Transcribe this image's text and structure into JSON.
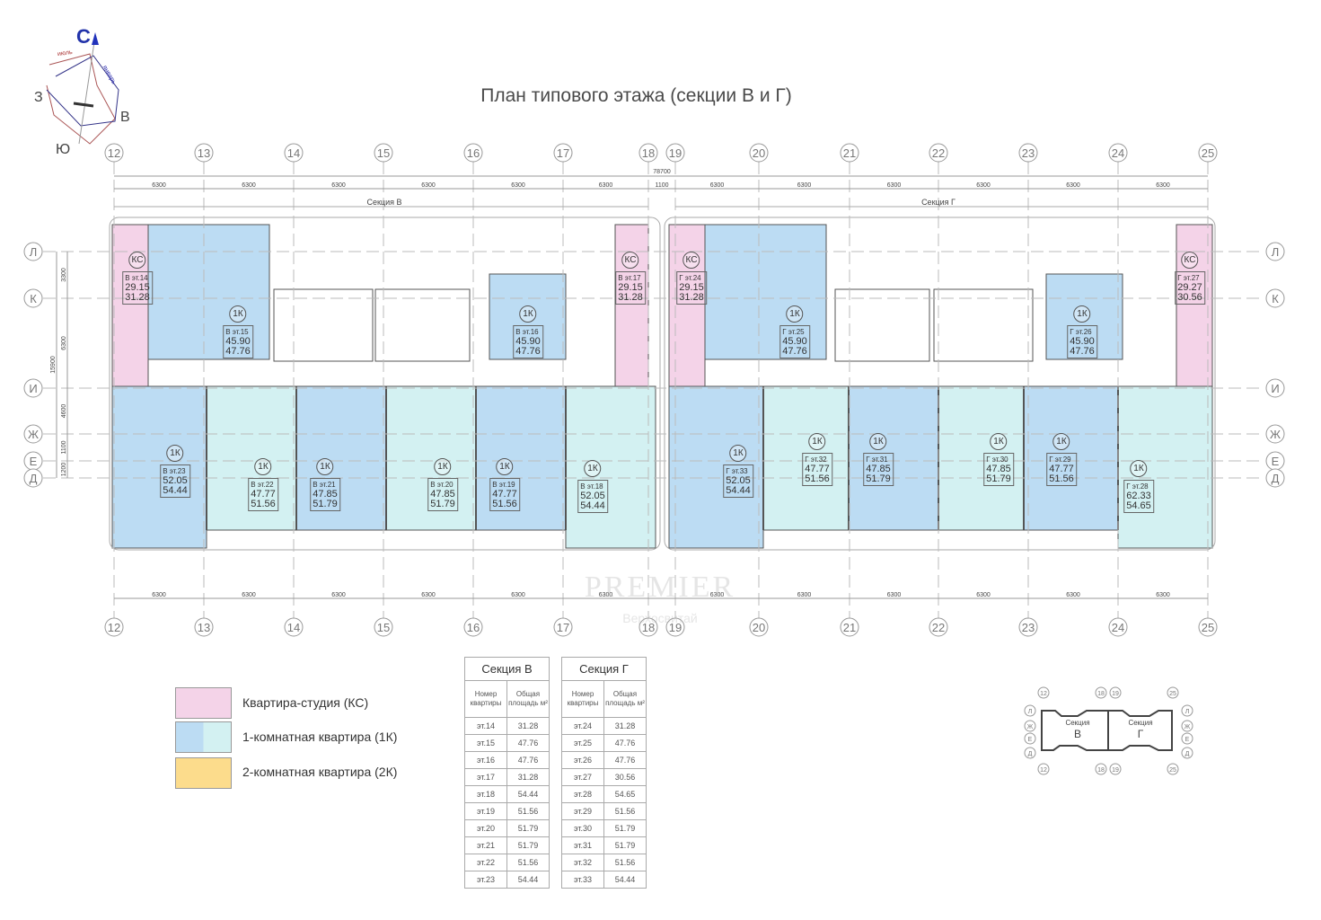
{
  "title": "План типового этажа (секции В и Г)",
  "compass": {
    "north": "С",
    "south": "Ю",
    "west": "З",
    "east": "В",
    "month1": "июль",
    "month2": "январь"
  },
  "watermark": {
    "name": "PREMIER",
    "sub": "Верхосвитай"
  },
  "axes_x": [
    "12",
    "13",
    "14",
    "15",
    "16",
    "17",
    "18",
    "19",
    "20",
    "21",
    "22",
    "23",
    "24",
    "25"
  ],
  "axes_y": [
    "Л",
    "К",
    "И",
    "Ж",
    "Е",
    "Д"
  ],
  "dims_top": {
    "total": "78700",
    "spans": [
      "6300",
      "6300",
      "6300",
      "6300",
      "6300",
      "6300",
      "1100",
      "6300",
      "6300",
      "6300",
      "6300",
      "6300",
      "6300"
    ]
  },
  "dims_bottom": {
    "spans": [
      "6300",
      "6300",
      "6300",
      "6300",
      "6300",
      "6300",
      "6300",
      "6300",
      "6300",
      "6300",
      "6300",
      "6300"
    ]
  },
  "dims_left": {
    "total": "15900",
    "spans": [
      "3300",
      "6300",
      "4600",
      "1100",
      "1200"
    ]
  },
  "sections": [
    {
      "label": "Секция В"
    },
    {
      "label": "Секция Г"
    }
  ],
  "units": [
    {
      "type": "КС",
      "num": "В эт.14",
      "living": "29.15",
      "total": "31.28",
      "kind": "studio"
    },
    {
      "type": "1К",
      "num": "В эт.15",
      "living": "45.90",
      "total": "47.76",
      "kind": "one"
    },
    {
      "type": "1К",
      "num": "В эт.16",
      "living": "45.90",
      "total": "47.76",
      "kind": "one"
    },
    {
      "type": "КС",
      "num": "В эт.17",
      "living": "29.15",
      "total": "31.28",
      "kind": "studio"
    },
    {
      "type": "1К",
      "num": "В эт.23",
      "living": "52.05",
      "total": "54.44",
      "kind": "one"
    },
    {
      "type": "1К",
      "num": "В эт.22",
      "living": "47.77",
      "total": "51.56",
      "kind": "one2"
    },
    {
      "type": "1К",
      "num": "В эт.21",
      "living": "47.85",
      "total": "51.79",
      "kind": "one"
    },
    {
      "type": "1К",
      "num": "В эт.20",
      "living": "47.85",
      "total": "51.79",
      "kind": "one2"
    },
    {
      "type": "1К",
      "num": "В эт.19",
      "living": "47.77",
      "total": "51.56",
      "kind": "one"
    },
    {
      "type": "1К",
      "num": "В эт.18",
      "living": "52.05",
      "total": "54.44",
      "kind": "one2"
    },
    {
      "type": "КС",
      "num": "Г эт.24",
      "living": "29.15",
      "total": "31.28",
      "kind": "studio"
    },
    {
      "type": "1К",
      "num": "Г эт.25",
      "living": "45.90",
      "total": "47.76",
      "kind": "one"
    },
    {
      "type": "1К",
      "num": "Г эт.26",
      "living": "45.90",
      "total": "47.76",
      "kind": "one"
    },
    {
      "type": "КС",
      "num": "Г эт.27",
      "living": "29.27",
      "total": "30.56",
      "kind": "studio"
    },
    {
      "type": "1К",
      "num": "Г эт.33",
      "living": "52.05",
      "total": "54.44",
      "kind": "one"
    },
    {
      "type": "1К",
      "num": "Г эт.32",
      "living": "47.77",
      "total": "51.56",
      "kind": "one2"
    },
    {
      "type": "1К",
      "num": "Г эт.31",
      "living": "47.85",
      "total": "51.79",
      "kind": "one"
    },
    {
      "type": "1К",
      "num": "Г эт.30",
      "living": "47.85",
      "total": "51.79",
      "kind": "one2"
    },
    {
      "type": "1К",
      "num": "Г эт.29",
      "living": "47.77",
      "total": "51.56",
      "kind": "one"
    },
    {
      "type": "1К",
      "num": "Г эт.28",
      "living": "62.33",
      "total": "54.65",
      "kind": "one2"
    }
  ],
  "legend": [
    {
      "label": "Квартира-студия (КС)",
      "color": "#f4d3e8"
    },
    {
      "label": "1-комнатная квартира (1К)",
      "color": "#bcdcf3",
      "color2": "#d3f1f2"
    },
    {
      "label": "2-комнатная квартира (2К)",
      "color": "#fcdc8c"
    }
  ],
  "colors": {
    "studio": "#f4d3e8",
    "one": "#bcdcf3",
    "one2": "#d3f1f2",
    "line": "#888888"
  },
  "tables": [
    {
      "title": "Секция В",
      "col1": "Номер квартиры",
      "col2": "Общая площадь м²",
      "rows": [
        [
          "эт.14",
          "31.28"
        ],
        [
          "эт.15",
          "47.76"
        ],
        [
          "эт.16",
          "47.76"
        ],
        [
          "эт.17",
          "31.28"
        ],
        [
          "эт.18",
          "54.44"
        ],
        [
          "эт.19",
          "51.56"
        ],
        [
          "эт.20",
          "51.79"
        ],
        [
          "эт.21",
          "51.79"
        ],
        [
          "эт.22",
          "51.56"
        ],
        [
          "эт.23",
          "54.44"
        ]
      ]
    },
    {
      "title": "Секция Г",
      "col1": "Номер квартиры",
      "col2": "Общая площадь м²",
      "rows": [
        [
          "эт.24",
          "31.28"
        ],
        [
          "эт.25",
          "47.76"
        ],
        [
          "эт.26",
          "47.76"
        ],
        [
          "эт.27",
          "30.56"
        ],
        [
          "эт.28",
          "54.65"
        ],
        [
          "эт.29",
          "51.56"
        ],
        [
          "эт.30",
          "51.79"
        ],
        [
          "эт.31",
          "51.79"
        ],
        [
          "эт.32",
          "51.56"
        ],
        [
          "эт.33",
          "54.44"
        ]
      ]
    }
  ],
  "key_plan": {
    "sec1": "Секция",
    "sec1_letter": "В",
    "sec2": "Секция",
    "sec2_letter": "Г",
    "axes_top": [
      "12",
      "18",
      "19",
      "25"
    ],
    "axes_side": [
      "Л",
      "Ж",
      "Е",
      "Д"
    ]
  }
}
